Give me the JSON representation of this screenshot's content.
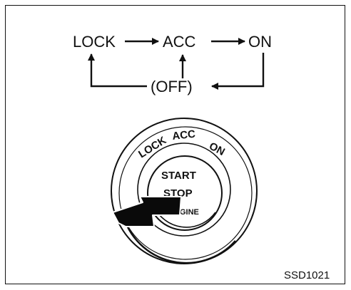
{
  "flow": {
    "lock": "LOCK",
    "acc": "ACC",
    "on": "ON",
    "off": "(OFF)"
  },
  "switch": {
    "ring_lock": "LOCK",
    "ring_acc": "ACC",
    "ring_on": "ON",
    "button_start": "START",
    "button_stop": "STOP",
    "button_engine_partial": "GINE"
  },
  "figure_code": "SSD1021"
}
